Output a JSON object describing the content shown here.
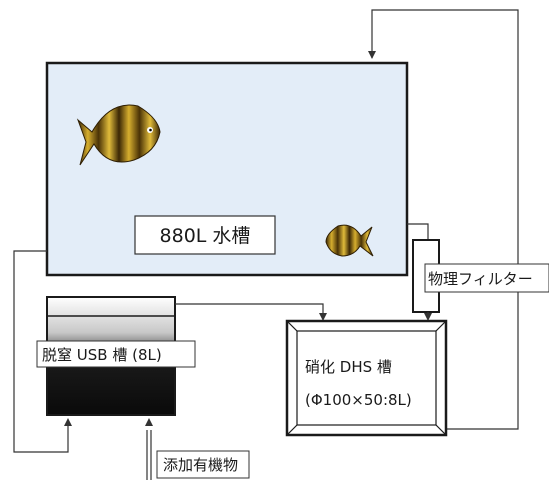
{
  "labels": {
    "main_tank": "880L 水槽",
    "physical_filter": "物理フィルター",
    "usb_tank": "脱窒 USB 槽 (8L)",
    "dhs_title": "硝化 DHS 槽",
    "dhs_spec": "(Φ100×50:8L)",
    "organic_additive": "添加有機物"
  },
  "colors": {
    "water": "#e3edf8",
    "usb_dark": "#0d0d0d",
    "fish_gold": "#c9a227",
    "fish_dark": "#4a3206",
    "line": "#333333"
  }
}
